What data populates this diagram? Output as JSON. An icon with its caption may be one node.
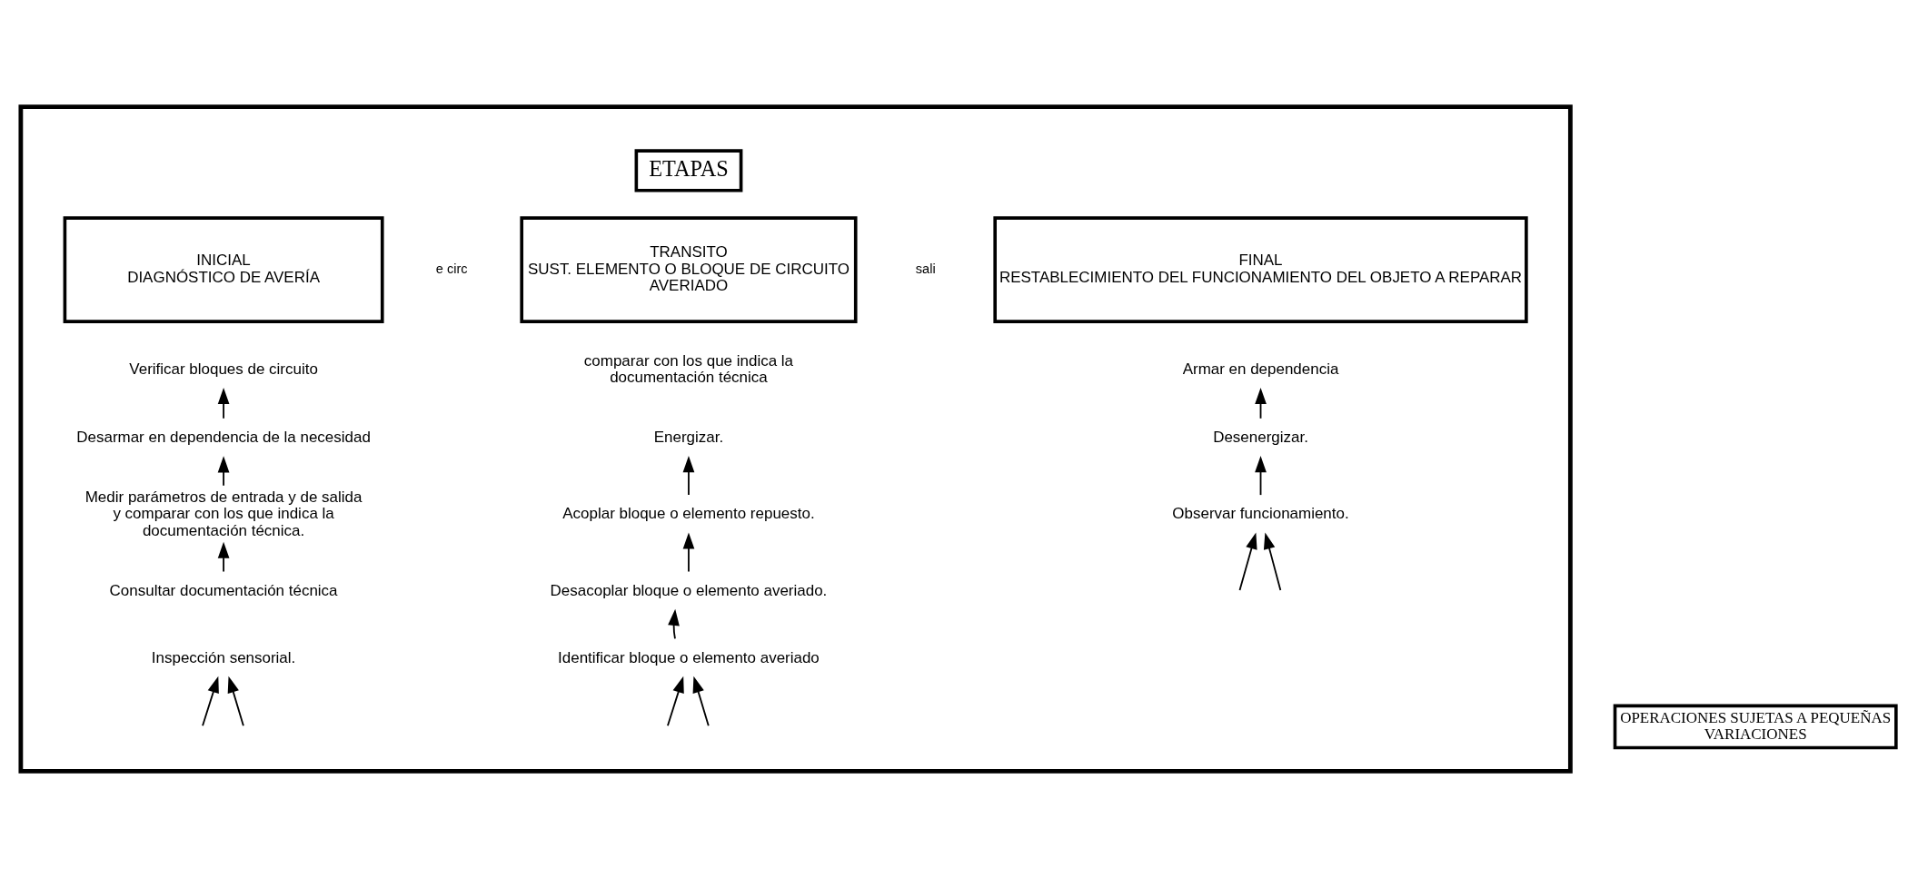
{
  "diagram": {
    "nodes": [
      {
        "text": [],
        "shape": "box"
      },
      {
        "text": [
          "ETAPAS"
        ],
        "in": 0
      },
      {
        "text": [
          "INICIAL",
          "DIAGNÓSTICO DE AVERÍA"
        ],
        "in": 0
      },
      {
        "text": [
          "TRANSITO",
          "SUST. ELEMENTO O BLOQUE DE CIRCUITO AVERIADO"
        ],
        "in": 0
      },
      {
        "text": [
          "FINAL",
          "RESTABLECIMIENTO DEL FUNCIONAMIENTO DEL OBJETO A REPARAR"
        ],
        "in": 0
      },
      {
        "text": [
          "OPERACIONES SUJETAS A PEQUEÑAS VARIACIONES"
        ]
      },
      {
        "text": [
          "Verificar bloques de circuito"
        ],
        "in": 0
      },
      {
        "text": [
          "Desarmar en dependencia de la necesidad"
        ],
        "in": 0
      },
      {
        "text": [
          "Medir parámetros de entrada y de salida y comparar con los que indica la documentación técnica."
        ],
        "in": 0
      },
      {
        "text": [
          "Consultar documentación técnica"
        ],
        "in": 0
      },
      {
        "text": [
          "Inspección sensorial."
        ],
        "in": 0
      },
      {
        "text": [
          "comparar con los que indica la documentación técnica"
        ],
        "in": 0
      },
      {
        "text": [
          "Energizar."
        ],
        "in": 0
      },
      {
        "text": [
          "Acoplar bloque o elemento repuesto."
        ],
        "in": 0
      },
      {
        "text": [
          "Desacoplar bloque o elemento averiado."
        ],
        "in": 0
      },
      {
        "text": [
          "Identificar bloque o elemento averiado"
        ],
        "in": 0
      },
      {
        "text": [
          "Armar en dependencia"
        ],
        "in": 0
      },
      {
        "text": [
          "Desenergizar."
        ],
        "in": 0
      },
      {
        "text": [
          "Observar funcionamiento."
        ],
        "in": 0
      }
    ],
    "edges": [
      {
        "from": 7,
        "to": 6,
        "arrow": "to"
      },
      {
        "from": 8,
        "to": 7,
        "arrow": "to"
      },
      {
        "from": 9,
        "to": 8,
        "arrow": "to"
      },
      {
        "from": null,
        "to": 10,
        "arrow": "to"
      },
      {
        "from": null,
        "to": 10,
        "arrow": "to"
      },
      {
        "from": 13,
        "to": 12,
        "arrow": "to"
      },
      {
        "from": 14,
        "to": 13,
        "arrow": "to"
      },
      {
        "from": 15,
        "to": 14,
        "arrow": "to"
      },
      {
        "from": null,
        "to": 15,
        "arrow": "to"
      },
      {
        "from": null,
        "to": 15,
        "arrow": "to"
      },
      {
        "from": 17,
        "to": 16,
        "arrow": "to"
      },
      {
        "from": 18,
        "to": 17,
        "arrow": "to"
      },
      {
        "from": null,
        "to": 18,
        "arrow": "to"
      },
      {
        "from": null,
        "to": 18,
        "arrow": "to"
      }
    ],
    "labels": [
      "e circ",
      "sali"
    ]
  }
}
